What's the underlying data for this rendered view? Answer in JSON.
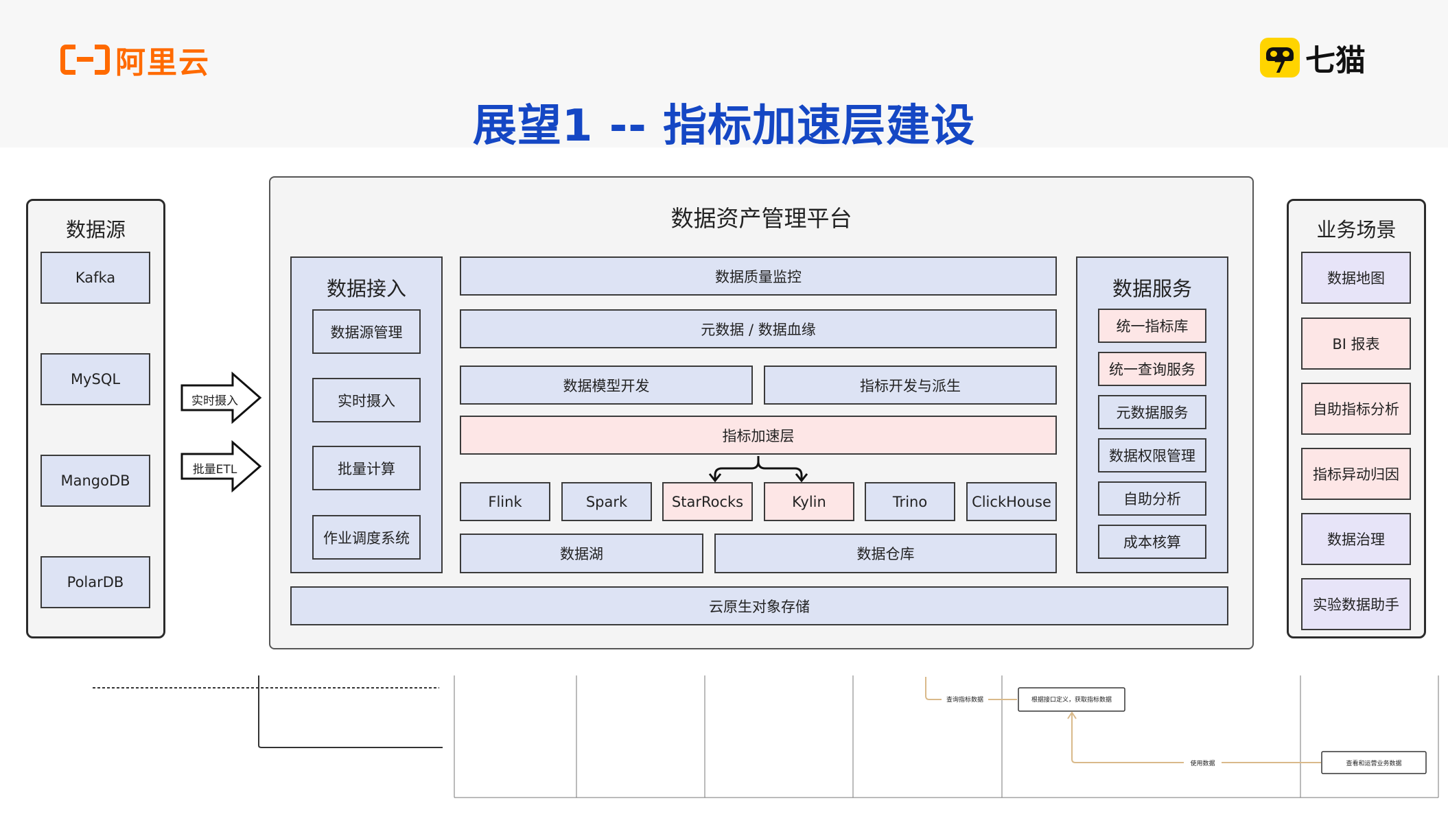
{
  "brand": {
    "left_logo": "阿里云",
    "right_logo": "七猫"
  },
  "title": "展望1 -- 指标加速层建设",
  "data_source": {
    "title": "数据源",
    "items": [
      "Kafka",
      "MySQL",
      "MangoDB",
      "PolarDB"
    ]
  },
  "arrows": {
    "realtime": "实时摄入",
    "batch": "批量ETL"
  },
  "platform": {
    "title": "数据资产管理平台",
    "ingest": {
      "title": "数据接入",
      "items": [
        "数据源管理",
        "实时摄入",
        "批量计算",
        "作业调度系统"
      ]
    },
    "center": {
      "quality": "数据质量监控",
      "metadata": "元数据 / 数据血缘",
      "modeling": "数据模型开发",
      "metric_dev": "指标开发与派生",
      "accel": "指标加速层",
      "engines": [
        "Flink",
        "Spark",
        "StarRocks",
        "Kylin",
        "Trino",
        "ClickHouse"
      ],
      "lake": "数据湖",
      "warehouse": "数据仓库"
    },
    "service": {
      "title": "数据服务",
      "items": [
        "统一指标库",
        "统一查询服务",
        "元数据服务",
        "数据权限管理",
        "自助分析",
        "成本核算"
      ]
    },
    "storage": "云原生对象存储"
  },
  "business": {
    "title": "业务场景",
    "items": [
      "数据地图",
      "BI 报表",
      "自助指标分析",
      "指标异动归因",
      "数据治理",
      "实验数据助手"
    ]
  },
  "flow": {
    "query_metric": "查询指标数据",
    "fetch_by_api": "根据接口定义，获取指标数据",
    "use_data": "使用数据",
    "view_ops": "查看和运营业务数据"
  },
  "colors": {
    "title_blue": "#1547c4",
    "brand_orange": "#ff6a00",
    "box_blue": "#dde3f4",
    "box_pink": "#fde6e6",
    "box_lavender": "#e7e4f8",
    "flow_line": "#d9b98a"
  }
}
